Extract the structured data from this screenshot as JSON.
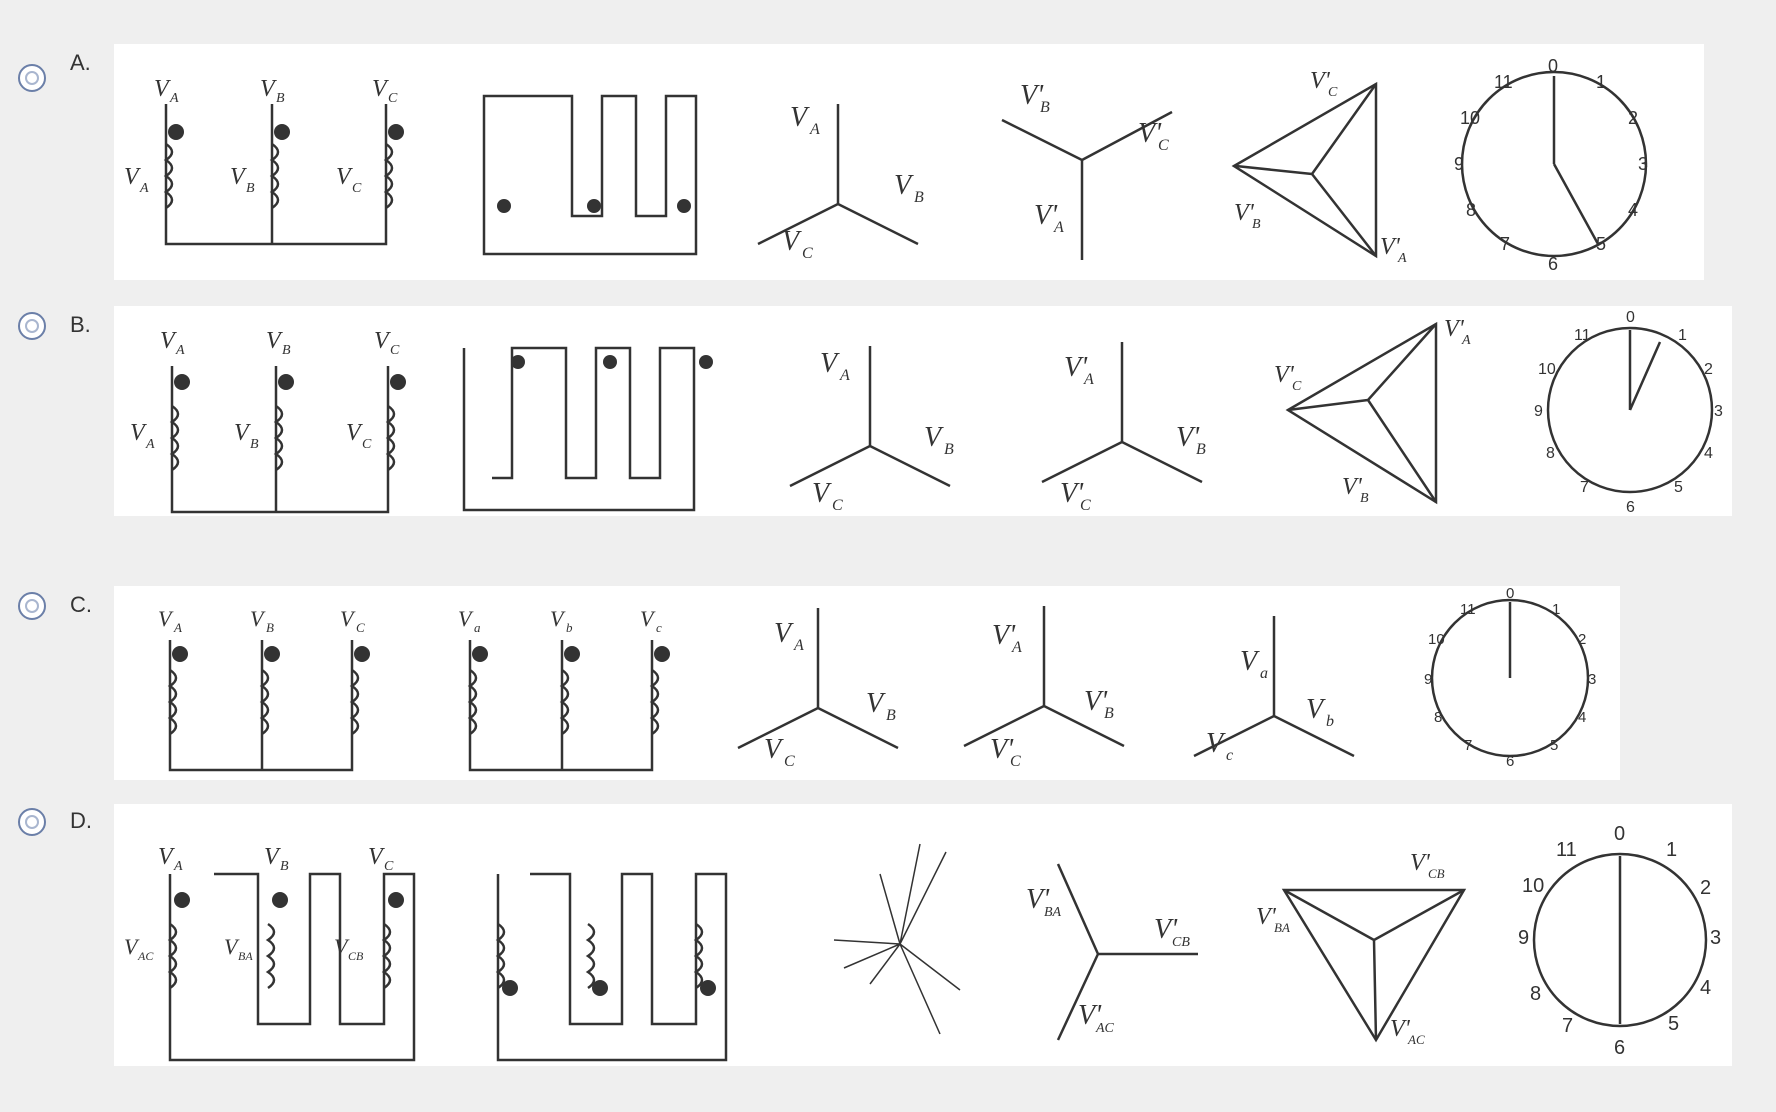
{
  "options": [
    {
      "letter": "A."
    },
    {
      "letter": "B."
    },
    {
      "letter": "C."
    },
    {
      "letter": "D."
    }
  ],
  "clock_numbers": [
    "0",
    "1",
    "2",
    "3",
    "4",
    "5",
    "6",
    "7",
    "8",
    "9",
    "10",
    "11"
  ],
  "labels": {
    "VA": "V",
    "sub_A": "A",
    "sub_B": "B",
    "sub_C": "C",
    "sub_a": "a",
    "sub_b": "b",
    "sub_c": "c",
    "sub_AC": "AC",
    "sub_BA": "BA",
    "sub_CB": "CB"
  },
  "colors": {
    "radio_border": "#6b7fa8",
    "line": "#333333",
    "figure_bg": "#ffffff",
    "page_bg": "#efefef"
  }
}
